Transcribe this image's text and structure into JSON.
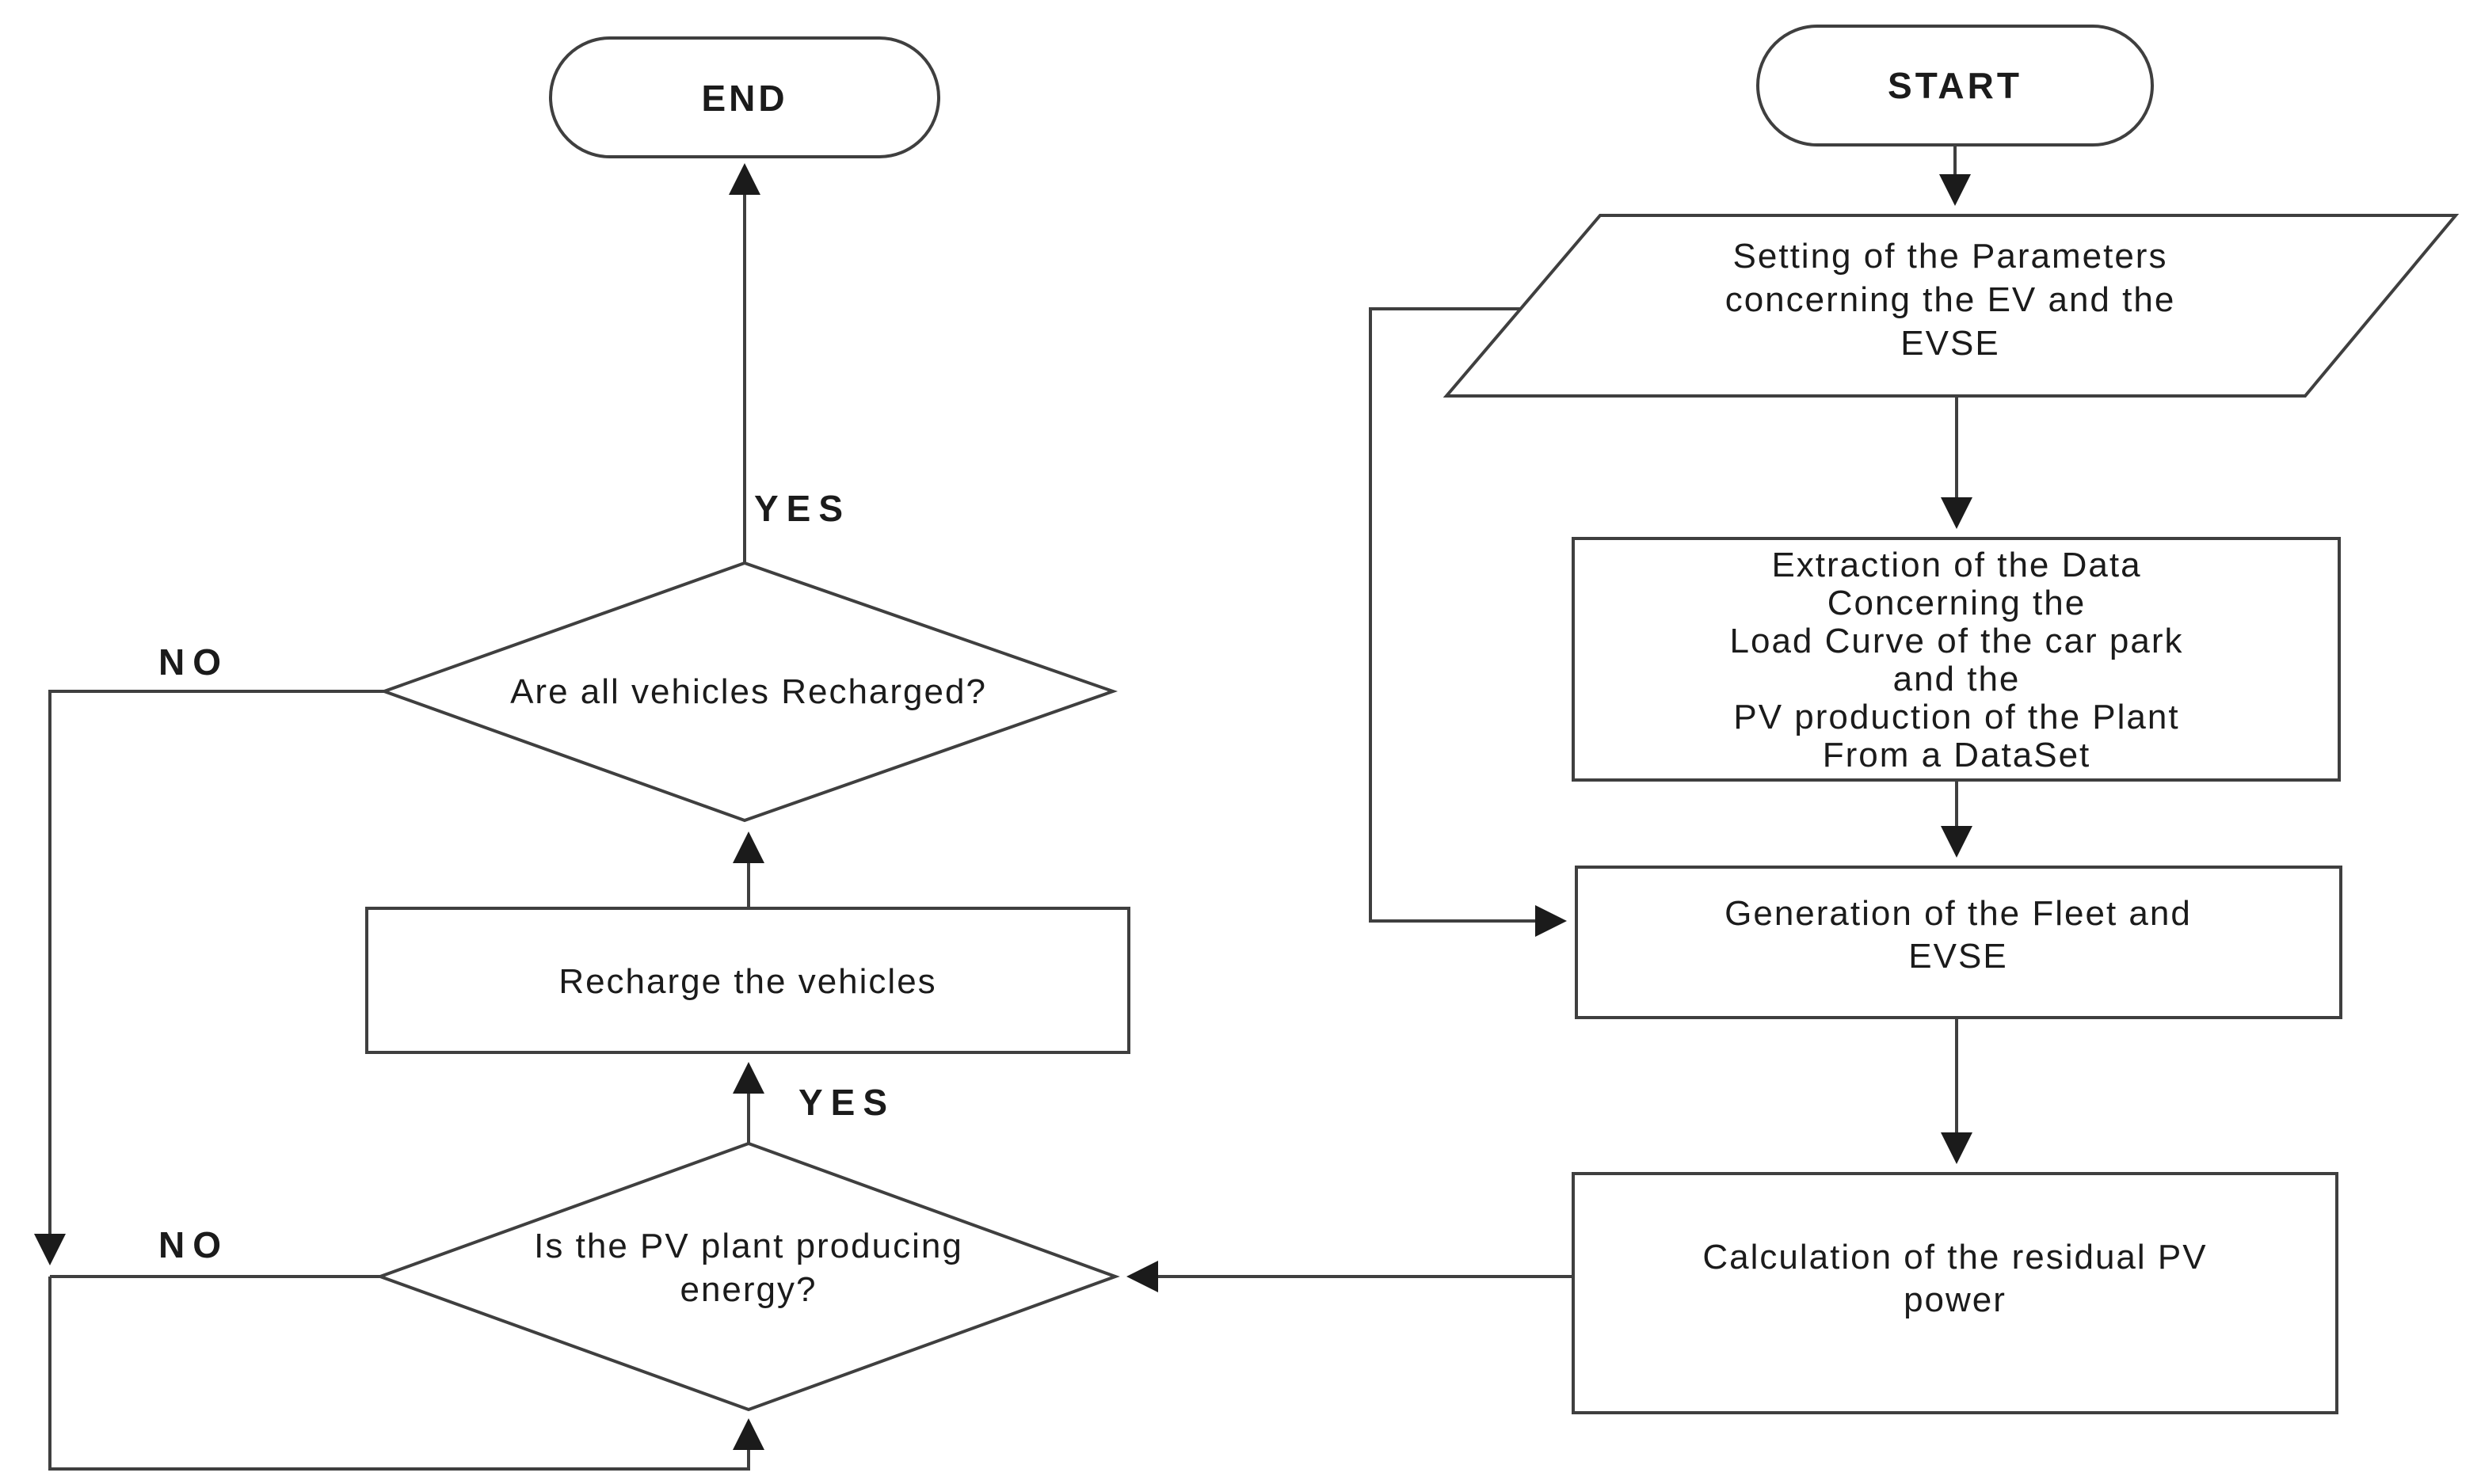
{
  "diagram": {
    "background": "#ffffff",
    "colors": {
      "line": "#3f3f3f",
      "text": "#1b1b1b",
      "arrow": "#1b1b1b"
    },
    "terminals": {
      "start": "START",
      "end": "END"
    },
    "process": {
      "parameters": [
        "Setting of the Parameters",
        "concerning the EV and the",
        "EVSE"
      ],
      "extraction": [
        "Extraction of the Data",
        "Concerning the",
        "Load Curve of the car park",
        "and the",
        "PV production of the Plant",
        "From a DataSet"
      ],
      "generation": [
        "Generation of the Fleet and",
        "EVSE"
      ],
      "calculation": [
        "Calculation of the residual PV",
        "power"
      ],
      "recharge": [
        "Recharge the vehicles"
      ]
    },
    "decisions": {
      "recharged": [
        "Are all vehicles Recharged?"
      ],
      "pv": [
        "Is the PV plant producing",
        "energy?"
      ]
    },
    "branch_labels": {
      "recharged_yes": "YES",
      "recharged_no": "NO",
      "pv_yes": "YES",
      "pv_no": "NO"
    }
  }
}
